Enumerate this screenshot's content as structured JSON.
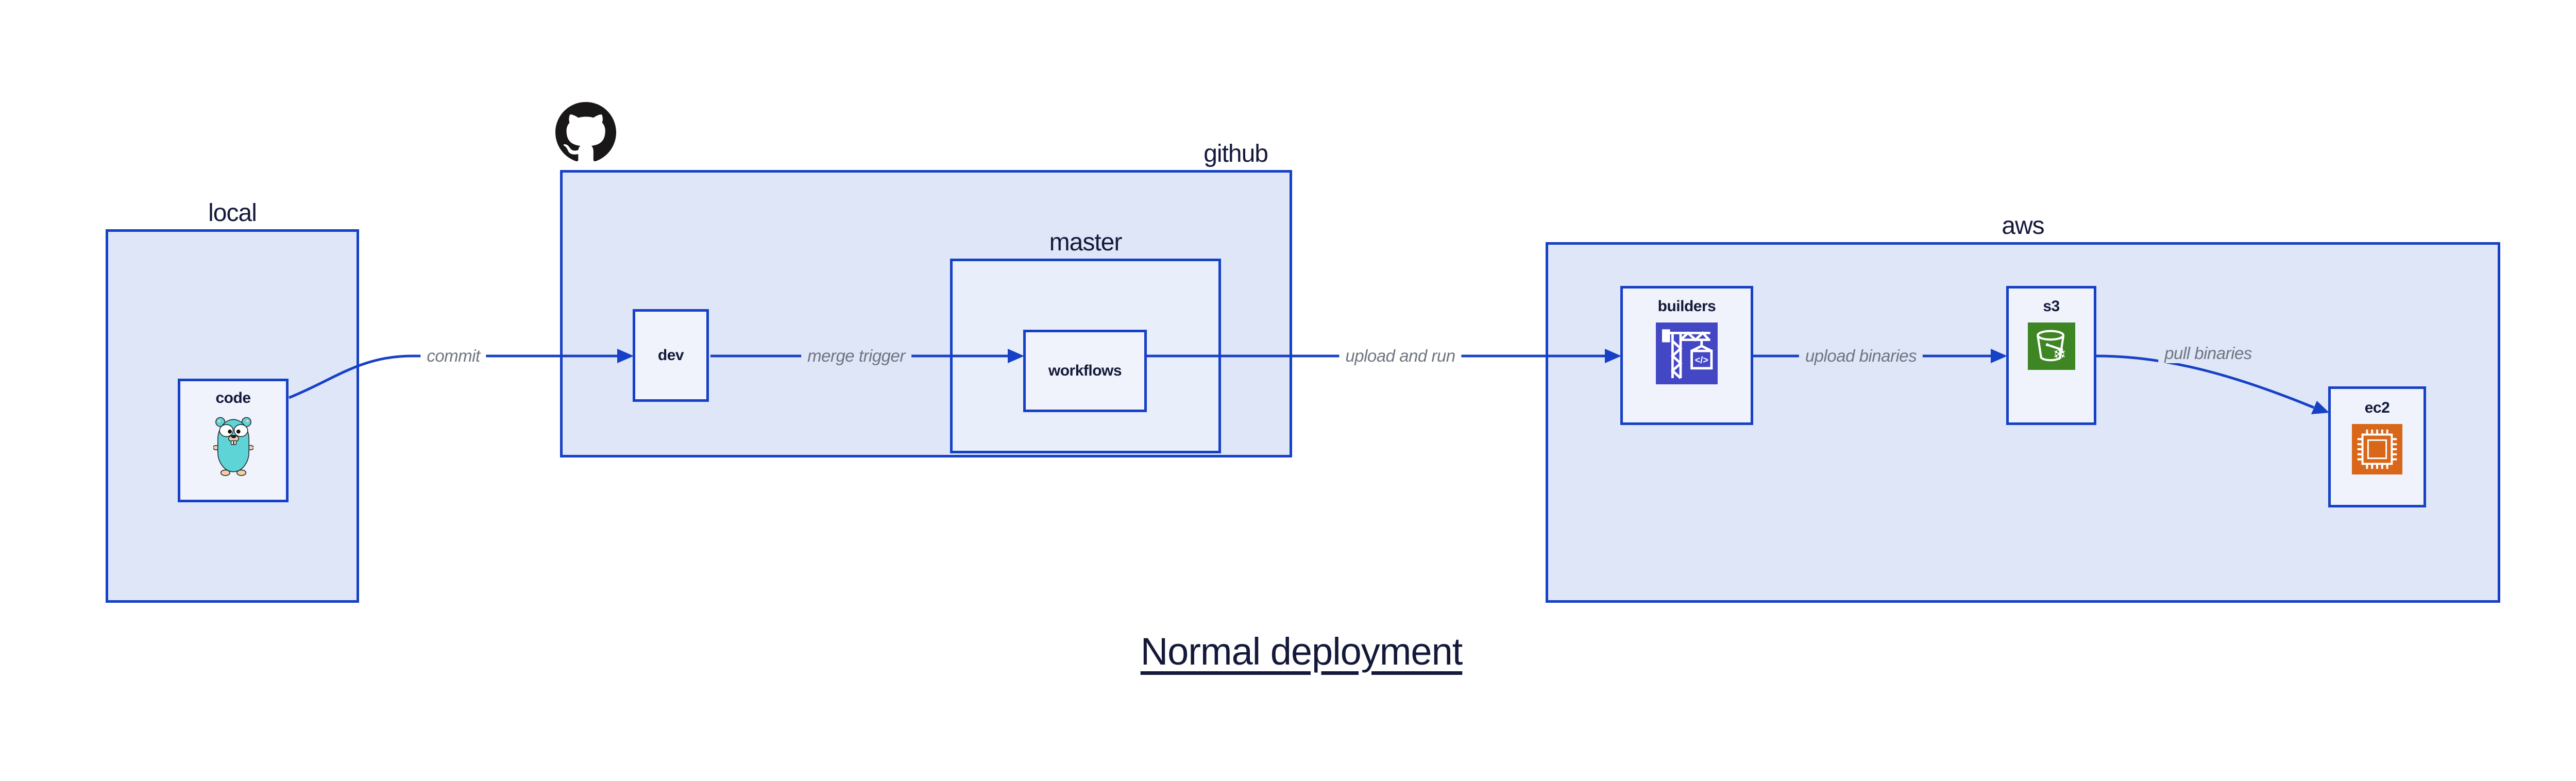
{
  "title": {
    "text": "Normal deployment"
  },
  "groups": {
    "local": {
      "label": "local"
    },
    "github": {
      "label": "github"
    },
    "master": {
      "label": "master"
    },
    "aws": {
      "label": "aws"
    }
  },
  "nodes": {
    "code": {
      "label": "code"
    },
    "dev": {
      "label": "dev"
    },
    "workflows": {
      "label": "workflows"
    },
    "builders": {
      "label": "builders"
    },
    "s3": {
      "label": "s3"
    },
    "ec2": {
      "label": "ec2"
    }
  },
  "edges": {
    "commit": {
      "label": "commit"
    },
    "merge_trigger": {
      "label": "merge trigger"
    },
    "upload_and_run": {
      "label": "upload and run"
    },
    "upload_binaries": {
      "label": "upload binaries"
    },
    "pull_binaries": {
      "label": "pull binaries"
    }
  },
  "icons": {
    "s3_snowflake_glyph": "❄",
    "builders_code_glyph": "</>"
  },
  "colors": {
    "border": "#1640c6",
    "arrow": "#1640c6",
    "fill_outer": "#dee6f8",
    "fill_master": "#e9eefb",
    "fill_leaf": "#f0f3fc",
    "text_navy": "#14193a",
    "edge_label": "#6f7580",
    "github_mark": "#191717",
    "gopher_teal": "#5ed4d6",
    "gopher_skin": "#f2cfa5",
    "codebuild_bg": "#4447c4",
    "s3_bg": "#3e8523",
    "ec2_bg": "#d9671a"
  }
}
